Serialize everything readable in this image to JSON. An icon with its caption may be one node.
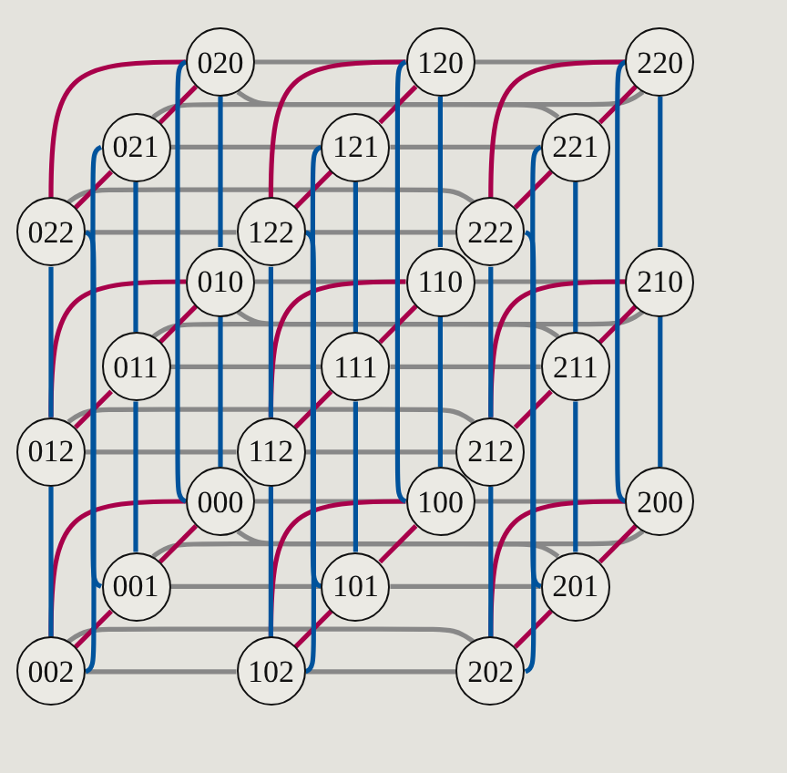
{
  "diagram": {
    "nodes": [
      {
        "text": [
          "020"
        ]
      },
      {
        "text": [
          "120"
        ]
      },
      {
        "text": [
          "220"
        ]
      },
      {
        "text": [
          "021"
        ]
      },
      {
        "text": [
          "121"
        ]
      },
      {
        "text": [
          "221"
        ]
      },
      {
        "text": [
          "022"
        ]
      },
      {
        "text": [
          "122"
        ]
      },
      {
        "text": [
          "222"
        ]
      },
      {
        "text": [
          "010"
        ]
      },
      {
        "text": [
          "110"
        ]
      },
      {
        "text": [
          "210"
        ]
      },
      {
        "text": [
          "011"
        ]
      },
      {
        "text": [
          "111"
        ]
      },
      {
        "text": [
          "211"
        ]
      },
      {
        "text": [
          "012"
        ]
      },
      {
        "text": [
          "112"
        ]
      },
      {
        "text": [
          "212"
        ]
      },
      {
        "text": [
          "000"
        ]
      },
      {
        "text": [
          "100"
        ]
      },
      {
        "text": [
          "200"
        ]
      },
      {
        "text": [
          "001"
        ]
      },
      {
        "text": [
          "101"
        ]
      },
      {
        "text": [
          "201"
        ]
      },
      {
        "text": [
          "002"
        ]
      },
      {
        "text": [
          "102"
        ]
      },
      {
        "text": [
          "202"
        ]
      }
    ],
    "edges": [
      {
        "from": 0,
        "to": 1,
        "arrow": "none",
        "color": "#888888"
      },
      {
        "from": 1,
        "to": 2,
        "arrow": "none",
        "color": "#888888"
      },
      {
        "from": 0,
        "to": 2,
        "arrow": "none",
        "color": "#888888"
      },
      {
        "from": 3,
        "to": 4,
        "arrow": "none",
        "color": "#888888"
      },
      {
        "from": 4,
        "to": 5,
        "arrow": "none",
        "color": "#888888"
      },
      {
        "from": 3,
        "to": 5,
        "arrow": "none",
        "color": "#888888"
      },
      {
        "from": 6,
        "to": 7,
        "arrow": "none",
        "color": "#888888"
      },
      {
        "from": 7,
        "to": 8,
        "arrow": "none",
        "color": "#888888"
      },
      {
        "from": 6,
        "to": 8,
        "arrow": "none",
        "color": "#888888"
      },
      {
        "from": 9,
        "to": 10,
        "arrow": "none",
        "color": "#888888"
      },
      {
        "from": 10,
        "to": 11,
        "arrow": "none",
        "color": "#888888"
      },
      {
        "from": 9,
        "to": 11,
        "arrow": "none",
        "color": "#888888"
      },
      {
        "from": 12,
        "to": 13,
        "arrow": "none",
        "color": "#888888"
      },
      {
        "from": 13,
        "to": 14,
        "arrow": "none",
        "color": "#888888"
      },
      {
        "from": 12,
        "to": 14,
        "arrow": "none",
        "color": "#888888"
      },
      {
        "from": 15,
        "to": 16,
        "arrow": "none",
        "color": "#888888"
      },
      {
        "from": 16,
        "to": 17,
        "arrow": "none",
        "color": "#888888"
      },
      {
        "from": 15,
        "to": 17,
        "arrow": "none",
        "color": "#888888"
      },
      {
        "from": 18,
        "to": 19,
        "arrow": "none",
        "color": "#888888"
      },
      {
        "from": 19,
        "to": 20,
        "arrow": "none",
        "color": "#888888"
      },
      {
        "from": 18,
        "to": 20,
        "arrow": "none",
        "color": "#888888"
      },
      {
        "from": 21,
        "to": 22,
        "arrow": "none",
        "color": "#888888"
      },
      {
        "from": 22,
        "to": 23,
        "arrow": "none",
        "color": "#888888"
      },
      {
        "from": 21,
        "to": 23,
        "arrow": "none",
        "color": "#888888"
      },
      {
        "from": 24,
        "to": 25,
        "arrow": "none",
        "color": "#888888"
      },
      {
        "from": 25,
        "to": 26,
        "arrow": "none",
        "color": "#888888"
      },
      {
        "from": 24,
        "to": 26,
        "arrow": "none",
        "color": "#888888"
      },
      {
        "from": 0,
        "to": 3,
        "arrow": "none",
        "color": "#a8004a"
      },
      {
        "from": 3,
        "to": 6,
        "arrow": "none",
        "color": "#a8004a"
      },
      {
        "from": 0,
        "to": 6,
        "arrow": "none",
        "color": "#a8004a"
      },
      {
        "from": 1,
        "to": 4,
        "arrow": "none",
        "color": "#a8004a"
      },
      {
        "from": 4,
        "to": 7,
        "arrow": "none",
        "color": "#a8004a"
      },
      {
        "from": 1,
        "to": 7,
        "arrow": "none",
        "color": "#a8004a"
      },
      {
        "from": 2,
        "to": 5,
        "arrow": "none",
        "color": "#a8004a"
      },
      {
        "from": 5,
        "to": 8,
        "arrow": "none",
        "color": "#a8004a"
      },
      {
        "from": 2,
        "to": 8,
        "arrow": "none",
        "color": "#a8004a"
      },
      {
        "from": 9,
        "to": 12,
        "arrow": "none",
        "color": "#a8004a"
      },
      {
        "from": 12,
        "to": 15,
        "arrow": "none",
        "color": "#a8004a"
      },
      {
        "from": 9,
        "to": 15,
        "arrow": "none",
        "color": "#a8004a"
      },
      {
        "from": 10,
        "to": 13,
        "arrow": "none",
        "color": "#a8004a"
      },
      {
        "from": 13,
        "to": 16,
        "arrow": "none",
        "color": "#a8004a"
      },
      {
        "from": 10,
        "to": 16,
        "arrow": "none",
        "color": "#a8004a"
      },
      {
        "from": 11,
        "to": 14,
        "arrow": "none",
        "color": "#a8004a"
      },
      {
        "from": 14,
        "to": 17,
        "arrow": "none",
        "color": "#a8004a"
      },
      {
        "from": 11,
        "to": 17,
        "arrow": "none",
        "color": "#a8004a"
      },
      {
        "from": 18,
        "to": 21,
        "arrow": "none",
        "color": "#a8004a"
      },
      {
        "from": 21,
        "to": 24,
        "arrow": "none",
        "color": "#a8004a"
      },
      {
        "from": 18,
        "to": 24,
        "arrow": "none",
        "color": "#a8004a"
      },
      {
        "from": 19,
        "to": 22,
        "arrow": "none",
        "color": "#a8004a"
      },
      {
        "from": 22,
        "to": 25,
        "arrow": "none",
        "color": "#a8004a"
      },
      {
        "from": 19,
        "to": 25,
        "arrow": "none",
        "color": "#a8004a"
      },
      {
        "from": 20,
        "to": 23,
        "arrow": "none",
        "color": "#a8004a"
      },
      {
        "from": 23,
        "to": 26,
        "arrow": "none",
        "color": "#a8004a"
      },
      {
        "from": 20,
        "to": 26,
        "arrow": "none",
        "color": "#a8004a"
      },
      {
        "from": 0,
        "to": 9,
        "arrow": "none",
        "color": "#00539c"
      },
      {
        "from": 9,
        "to": 18,
        "arrow": "none",
        "color": "#00539c"
      },
      {
        "from": 0,
        "to": 18,
        "arrow": "none",
        "color": "#00539c"
      },
      {
        "from": 1,
        "to": 10,
        "arrow": "none",
        "color": "#00539c"
      },
      {
        "from": 10,
        "to": 19,
        "arrow": "none",
        "color": "#00539c"
      },
      {
        "from": 1,
        "to": 19,
        "arrow": "none",
        "color": "#00539c"
      },
      {
        "from": 2,
        "to": 11,
        "arrow": "none",
        "color": "#00539c"
      },
      {
        "from": 11,
        "to": 20,
        "arrow": "none",
        "color": "#00539c"
      },
      {
        "from": 2,
        "to": 20,
        "arrow": "none",
        "color": "#00539c"
      },
      {
        "from": 3,
        "to": 12,
        "arrow": "none",
        "color": "#00539c"
      },
      {
        "from": 12,
        "to": 21,
        "arrow": "none",
        "color": "#00539c"
      },
      {
        "from": 3,
        "to": 21,
        "arrow": "none",
        "color": "#00539c"
      },
      {
        "from": 4,
        "to": 13,
        "arrow": "none",
        "color": "#00539c"
      },
      {
        "from": 13,
        "to": 22,
        "arrow": "none",
        "color": "#00539c"
      },
      {
        "from": 4,
        "to": 22,
        "arrow": "none",
        "color": "#00539c"
      },
      {
        "from": 5,
        "to": 14,
        "arrow": "none",
        "color": "#00539c"
      },
      {
        "from": 14,
        "to": 23,
        "arrow": "none",
        "color": "#00539c"
      },
      {
        "from": 5,
        "to": 23,
        "arrow": "none",
        "color": "#00539c"
      },
      {
        "from": 6,
        "to": 15,
        "arrow": "none",
        "color": "#00539c"
      },
      {
        "from": 15,
        "to": 24,
        "arrow": "none",
        "color": "#00539c"
      },
      {
        "from": 6,
        "to": 24,
        "arrow": "none",
        "color": "#00539c"
      },
      {
        "from": 7,
        "to": 16,
        "arrow": "none",
        "color": "#00539c"
      },
      {
        "from": 16,
        "to": 25,
        "arrow": "none",
        "color": "#00539c"
      },
      {
        "from": 7,
        "to": 25,
        "arrow": "none",
        "color": "#00539c"
      },
      {
        "from": 8,
        "to": 17,
        "arrow": "none",
        "color": "#00539c"
      },
      {
        "from": 17,
        "to": 26,
        "arrow": "none",
        "color": "#00539c"
      },
      {
        "from": 8,
        "to": 26,
        "arrow": "none",
        "color": "#00539c"
      }
    ]
  }
}
